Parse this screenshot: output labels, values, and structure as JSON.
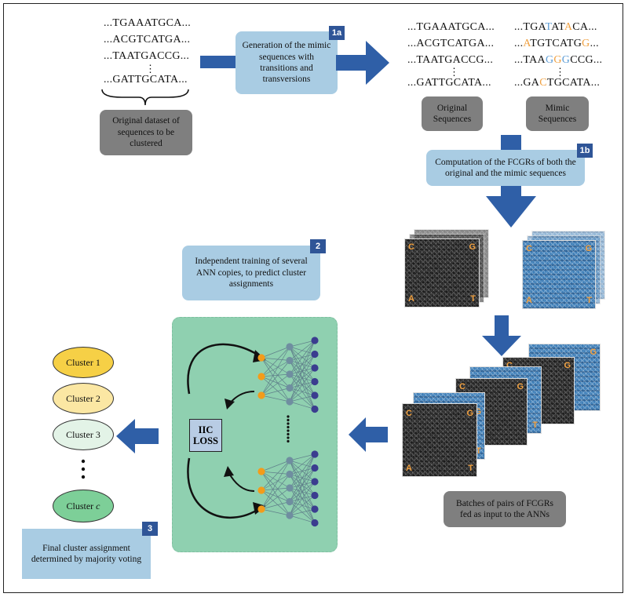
{
  "colors": {
    "arrow": "#2f5fa7",
    "box_blue": "#a9cce3",
    "box_gray": "#7f7f7f",
    "badge": "#2f5597",
    "panel": "#8fd0b0",
    "node_orange": "#f39c1a",
    "node_gray": "#6f8ea0",
    "node_navy": "#3b3d8f",
    "transition": "#f0a040",
    "transversion": "#5b9bd5",
    "cluster_1": "#f6d046",
    "cluster_2": "#fbe7a3",
    "cluster_3": "#e3f3e7",
    "cluster_c": "#7dcf98"
  },
  "original_sequences": [
    "...TGAAATGCA...",
    "...ACGTCATGA...",
    "...TAATGACCG...",
    "...GATTGCATA..."
  ],
  "vdots": "⋮",
  "original_dataset_label": "Original dataset of sequences to be clustered",
  "step_1a": {
    "badge": "1a",
    "text": "Generation of the mimic sequences with transitions and transversions"
  },
  "original_copy": [
    "...TGAAATGCA...",
    "...ACGTCATGA...",
    "...TAATGACCG...",
    "...GATTGCATA..."
  ],
  "mimic_sequences": [
    [
      {
        "t": "...TGA",
        "c": "n"
      },
      {
        "t": "T",
        "c": "b"
      },
      {
        "t": "AT",
        "c": "n"
      },
      {
        "t": "A",
        "c": "o"
      },
      {
        "t": "CA...",
        "c": "n"
      }
    ],
    [
      {
        "t": "...",
        "c": "n"
      },
      {
        "t": "A",
        "c": "o"
      },
      {
        "t": "TGTCATG",
        "c": "n"
      },
      {
        "t": "G",
        "c": "o"
      },
      {
        "t": "...",
        "c": "n"
      }
    ],
    [
      {
        "t": "...TAA",
        "c": "n"
      },
      {
        "t": "G",
        "c": "b"
      },
      {
        "t": "G",
        "c": "o"
      },
      {
        "t": "G",
        "c": "b"
      },
      {
        "t": "CCG...",
        "c": "n"
      }
    ],
    [
      {
        "t": "...GA",
        "c": "n"
      },
      {
        "t": "C",
        "c": "o"
      },
      {
        "t": "TGCATA...",
        "c": "n"
      }
    ]
  ],
  "label_original_sequences": "Original Sequences",
  "label_mimic_sequences": "Mimic Sequences",
  "step_1b": {
    "badge": "1b",
    "text": "Computation of the FCGRs of both the original and the mimic sequences"
  },
  "fcgr_corners": {
    "tl": "C",
    "tr": "G",
    "bl": "A",
    "br": "T"
  },
  "step_2": {
    "badge": "2",
    "text": "Independent training of several ANN copies, to predict cluster assignments"
  },
  "loss_label_line1": "IIC",
  "loss_label_line2": "LOSS",
  "batches_label": "Batches of pairs of FCGRs fed as input to the ANNs",
  "clusters": [
    "Cluster 1",
    "Cluster 2",
    "Cluster 3"
  ],
  "cluster_last": {
    "prefix": "Cluster ",
    "var": "c"
  },
  "step_3": {
    "badge": "3",
    "text": "Final cluster assignment determined by majority voting"
  }
}
